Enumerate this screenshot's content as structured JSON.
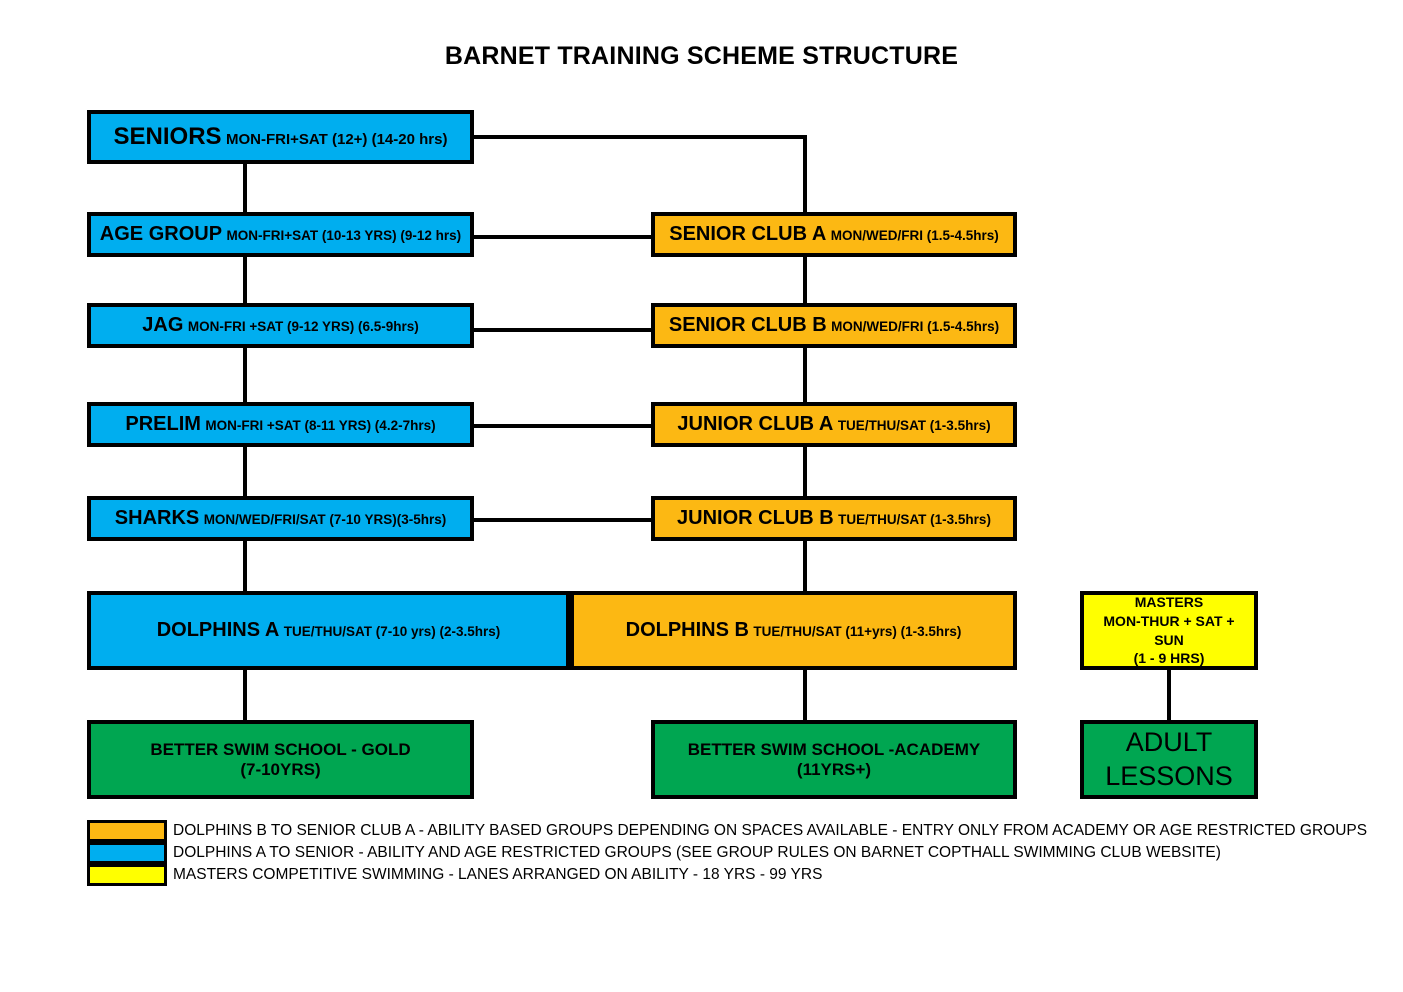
{
  "title": "BARNET TRAINING SCHEME STRUCTURE",
  "colors": {
    "blue": "#00AEEF",
    "orange": "#FCB813",
    "yellow": "#FFFF00",
    "green": "#00A651",
    "outline": "#000000",
    "background": "#FFFFFF"
  },
  "nodes": {
    "seniors": {
      "name": "SENIORS",
      "detail": "MON-FRI+SAT (12+) (14-20 hrs)"
    },
    "age_group": {
      "name": "AGE GROUP",
      "detail": "MON-FRI+SAT (10-13 YRS) (9-12 hrs)"
    },
    "jag": {
      "name": "JAG",
      "detail": "MON-FRI +SAT (9-12 YRS) (6.5-9hrs)"
    },
    "prelim": {
      "name": "PRELIM",
      "detail": "MON-FRI +SAT (8-11 YRS) (4.2-7hrs)"
    },
    "sharks": {
      "name": "SHARKS",
      "detail": "MON/WED/FRI/SAT (7-10 YRS)(3-5hrs)"
    },
    "dolphins_a": {
      "name": "DOLPHINS A",
      "detail": "TUE/THU/SAT (7-10 yrs) (2-3.5hrs)"
    },
    "senior_club_a": {
      "name": "SENIOR CLUB A",
      "detail": "MON/WED/FRI (1.5-4.5hrs)"
    },
    "senior_club_b": {
      "name": "SENIOR CLUB B",
      "detail": "MON/WED/FRI (1.5-4.5hrs)"
    },
    "junior_club_a": {
      "name": "JUNIOR CLUB A",
      "detail": "TUE/THU/SAT (1-3.5hrs)"
    },
    "junior_club_b": {
      "name": "JUNIOR CLUB B",
      "detail": "TUE/THU/SAT (1-3.5hrs)"
    },
    "dolphins_b": {
      "name": "DOLPHINS B",
      "detail": "TUE/THU/SAT (11+yrs) (1-3.5hrs)"
    },
    "masters": {
      "line1": "MASTERS",
      "line2": "MON-THUR + SAT + SUN",
      "line3": "(1 - 9 HRS)"
    },
    "swim_school_gold": {
      "line1": "BETTER SWIM SCHOOL - GOLD",
      "line2": "(7-10YRS)"
    },
    "swim_school_academy": {
      "line1": "BETTER SWIM SCHOOL -ACADEMY",
      "line2": "(11YRS+)"
    },
    "adult_lessons": {
      "line1": "ADULT",
      "line2": "LESSONS"
    }
  },
  "legend": [
    {
      "swatch_color": "#FCB813",
      "text": "DOLPHINS B TO SENIOR CLUB A - ABILITY BASED GROUPS DEPENDING ON SPACES AVAILABLE - ENTRY ONLY FROM ACADEMY OR AGE RESTRICTED GROUPS"
    },
    {
      "swatch_color": "#00AEEF",
      "text": "DOLPHINS A TO SENIOR - ABILITY AND AGE RESTRICTED GROUPS (SEE GROUP RULES ON BARNET COPTHALL SWIMMING CLUB WEBSITE)"
    },
    {
      "swatch_color": "#FFFF00",
      "text": "MASTERS COMPETITIVE SWIMMING - LANES ARRANGED ON ABILITY - 18 YRS - 99 YRS"
    }
  ]
}
